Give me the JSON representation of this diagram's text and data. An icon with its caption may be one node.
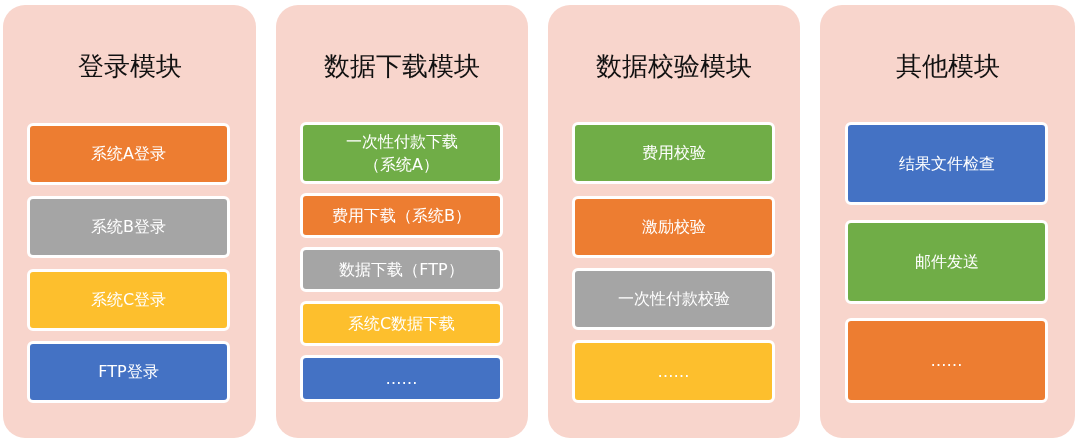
{
  "diagram": {
    "nodes": [
      {
        "text": [
          "登录模块"
        ]
      },
      {
        "text": [
          "系统A登录"
        ],
        "in": 0
      },
      {
        "text": [
          "系统B登录"
        ],
        "in": 0
      },
      {
        "text": [
          "系统C登录"
        ],
        "in": 0
      },
      {
        "text": [
          "FTP登录"
        ],
        "in": 0
      },
      {
        "text": [
          "数据下载模块"
        ]
      },
      {
        "text": [
          "一次性付款下载（系统A）"
        ],
        "in": 5
      },
      {
        "text": [
          "费用下载（系统B）"
        ],
        "in": 5
      },
      {
        "text": [
          "数据下载（FTP）"
        ],
        "in": 5
      },
      {
        "text": [
          "系统C数据下载"
        ],
        "in": 5
      },
      {
        "text": [
          "……"
        ],
        "in": 5
      },
      {
        "text": [
          "数据校验模块"
        ]
      },
      {
        "text": [
          "费用校验"
        ],
        "in": 11
      },
      {
        "text": [
          "激励校验"
        ],
        "in": 11
      },
      {
        "text": [
          "一次性付款校验"
        ],
        "in": 11
      },
      {
        "text": [
          "……"
        ],
        "in": 11
      },
      {
        "text": [
          "其他模块"
        ]
      },
      {
        "text": [
          "结果文件检查"
        ],
        "in": 16
      },
      {
        "text": [
          "邮件发送"
        ],
        "in": 16
      },
      {
        "text": [
          "……"
        ],
        "in": 16
      }
    ]
  }
}
